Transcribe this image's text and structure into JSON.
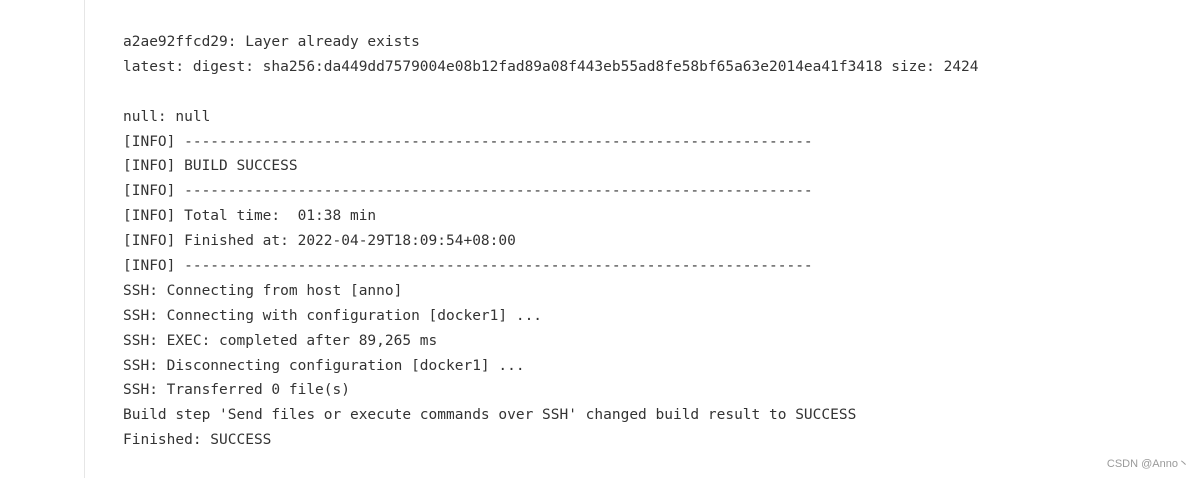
{
  "console": {
    "lines": [
      "a2ae92ffcd29: Layer already exists",
      "latest: digest: sha256:da449dd7579004e08b12fad89a08f443eb55ad8fe58bf65a63e2014ea41f3418 size: 2424",
      "",
      "null: null",
      "[INFO] ------------------------------------------------------------------------",
      "[INFO] BUILD SUCCESS",
      "[INFO] ------------------------------------------------------------------------",
      "[INFO] Total time:  01:38 min",
      "[INFO] Finished at: 2022-04-29T18:09:54+08:00",
      "[INFO] ------------------------------------------------------------------------",
      "SSH: Connecting from host [anno]",
      "SSH: Connecting with configuration [docker1] ...",
      "SSH: EXEC: completed after 89,265 ms",
      "SSH: Disconnecting configuration [docker1] ...",
      "SSH: Transferred 0 file(s)",
      "Build step 'Send files or execute commands over SSH' changed build result to SUCCESS",
      "Finished: SUCCESS"
    ]
  },
  "watermark": {
    "text": "CSDN @Anno丶"
  }
}
